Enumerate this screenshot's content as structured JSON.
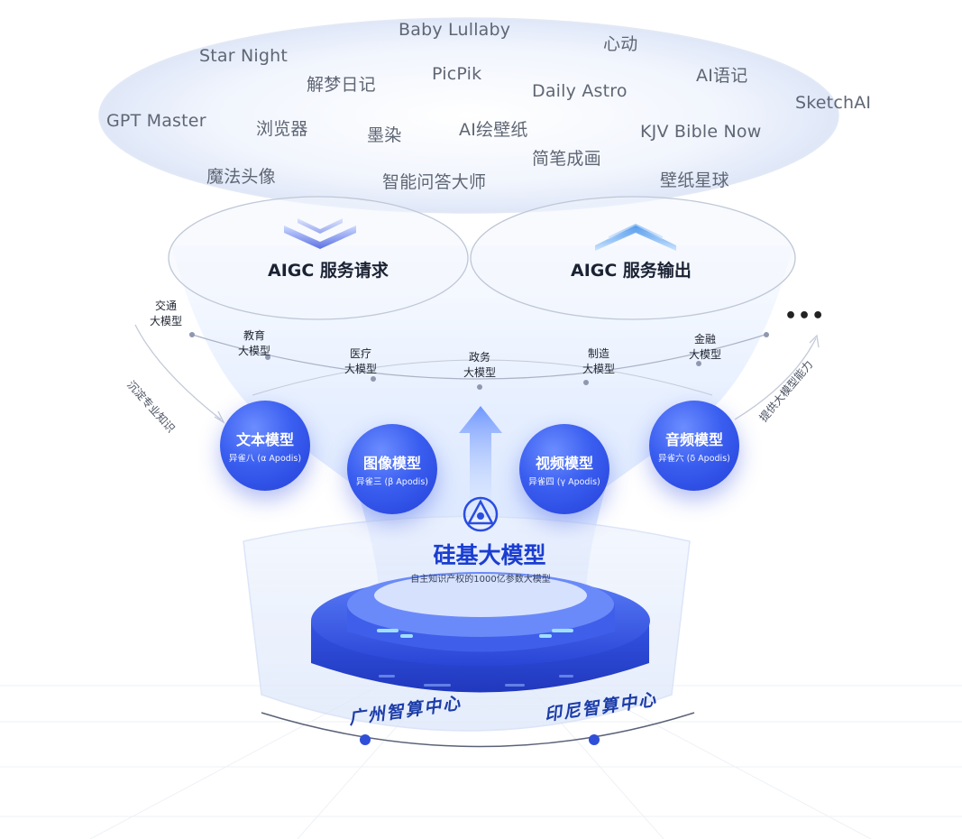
{
  "apps": [
    {
      "id": "baby-lullaby",
      "label": "Baby Lullaby"
    },
    {
      "id": "xindong",
      "label": "心动"
    },
    {
      "id": "star-night",
      "label": "Star Night"
    },
    {
      "id": "jiemeng",
      "label": "解梦日记"
    },
    {
      "id": "picpik",
      "label": "PicPik"
    },
    {
      "id": "ai-yuji",
      "label": "AI语记"
    },
    {
      "id": "daily-astro",
      "label": "Daily Astro"
    },
    {
      "id": "sketchai",
      "label": "SketchAI"
    },
    {
      "id": "gpt-master",
      "label": "GPT Master"
    },
    {
      "id": "browser",
      "label": "浏览器"
    },
    {
      "id": "moran",
      "label": "墨染"
    },
    {
      "id": "ai-wallpaper",
      "label": "AI绘壁纸"
    },
    {
      "id": "kjv-bible",
      "label": "KJV Bible Now"
    },
    {
      "id": "jianbi",
      "label": "简笔成画"
    },
    {
      "id": "magic-avatar",
      "label": "魔法头像"
    },
    {
      "id": "zhineng-wenda",
      "label": "智能问答大师"
    },
    {
      "id": "wallpaper-planet",
      "label": "壁纸星球"
    }
  ],
  "service": {
    "request": "AIGC 服务请求",
    "output": "AIGC 服务输出"
  },
  "domains": [
    {
      "id": "traffic",
      "line1": "交通",
      "line2": "大模型"
    },
    {
      "id": "education",
      "line1": "教育",
      "line2": "大模型"
    },
    {
      "id": "medical",
      "line1": "医疗",
      "line2": "大模型"
    },
    {
      "id": "government",
      "line1": "政务",
      "line2": "大模型"
    },
    {
      "id": "manufacturing",
      "line1": "制造",
      "line2": "大模型"
    },
    {
      "id": "finance",
      "line1": "金融",
      "line2": "大模型"
    }
  ],
  "more": "•••",
  "side_left": "沉淀专业知识",
  "side_right": "提供大模型能力",
  "models": [
    {
      "id": "text",
      "title": "文本模型",
      "sub": "异雀八 (α Apodis)"
    },
    {
      "id": "image",
      "title": "图像模型",
      "sub": "异雀三 (β Apodis)"
    },
    {
      "id": "video",
      "title": "视频模型",
      "sub": "异雀四 (γ Apodis)"
    },
    {
      "id": "audio",
      "title": "音频模型",
      "sub": "异雀六 (δ Apodis)"
    }
  ],
  "core": {
    "title": "硅基大模型",
    "subtitle": "自主知识产权的1000亿参数大模型"
  },
  "datacenters": [
    {
      "id": "guangzhou",
      "label": "广州智算中心"
    },
    {
      "id": "indonesia",
      "label": "印尼智算中心"
    }
  ],
  "colors": {
    "accent": "#2f55e6",
    "deep": "#1c3ca8",
    "funnel": "#dce8ff",
    "text": "#5f6674"
  }
}
